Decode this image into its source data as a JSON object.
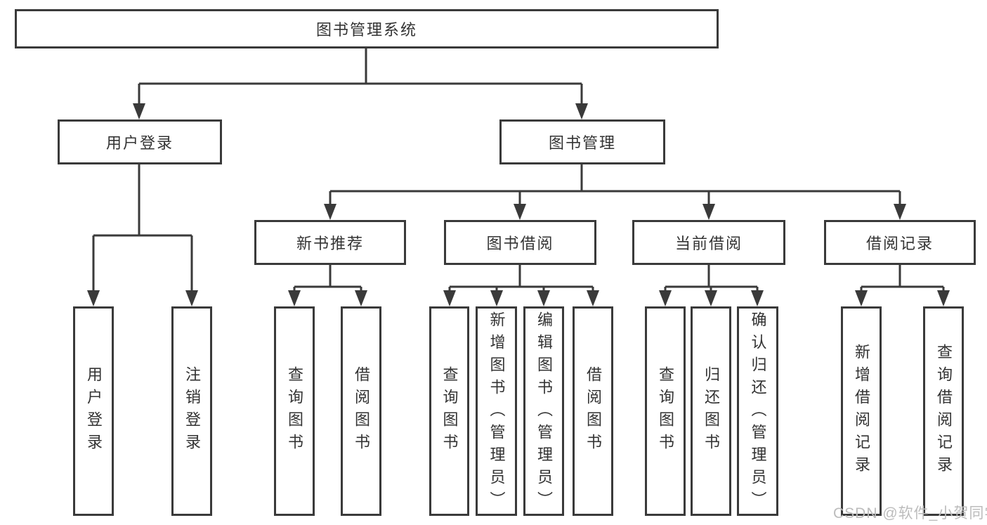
{
  "diagram": {
    "root": {
      "label": "图书管理系统"
    },
    "level2": {
      "user_login": {
        "label": "用户登录"
      },
      "book_management": {
        "label": "图书管理"
      }
    },
    "level3": {
      "new_book_recommend": {
        "label": "新书推荐"
      },
      "book_borrowing": {
        "label": "图书借阅"
      },
      "current_borrowing": {
        "label": "当前借阅"
      },
      "borrowing_records": {
        "label": "借阅记录"
      }
    },
    "leaves": {
      "user_login_leaf": {
        "label": "用户登录"
      },
      "logout_leaf": {
        "label": "注销登录"
      },
      "recommend_query_books": {
        "label": "查询图书"
      },
      "recommend_borrow_books": {
        "label": "借阅图书"
      },
      "borrowing_query_books": {
        "label": "查询图书"
      },
      "borrowing_add_books_admin": {
        "label": "新增图书（管理员）"
      },
      "borrowing_edit_books_admin": {
        "label": "编辑图书（管理员）"
      },
      "borrowing_borrow_books": {
        "label": "借阅图书"
      },
      "current_query_books": {
        "label": "查询图书"
      },
      "current_return_books": {
        "label": "归还图书"
      },
      "current_confirm_return_admin": {
        "label": "确认归还（管理员）"
      },
      "records_add_record": {
        "label": "新增借阅记录"
      },
      "records_query_record": {
        "label": "查询借阅记录"
      }
    },
    "watermark": "CSDN @软件_小贺同学",
    "colors": {
      "line": "#3a3a3a",
      "text": "#333333",
      "watermark": "#bcbcbc",
      "background": "#ffffff"
    }
  }
}
